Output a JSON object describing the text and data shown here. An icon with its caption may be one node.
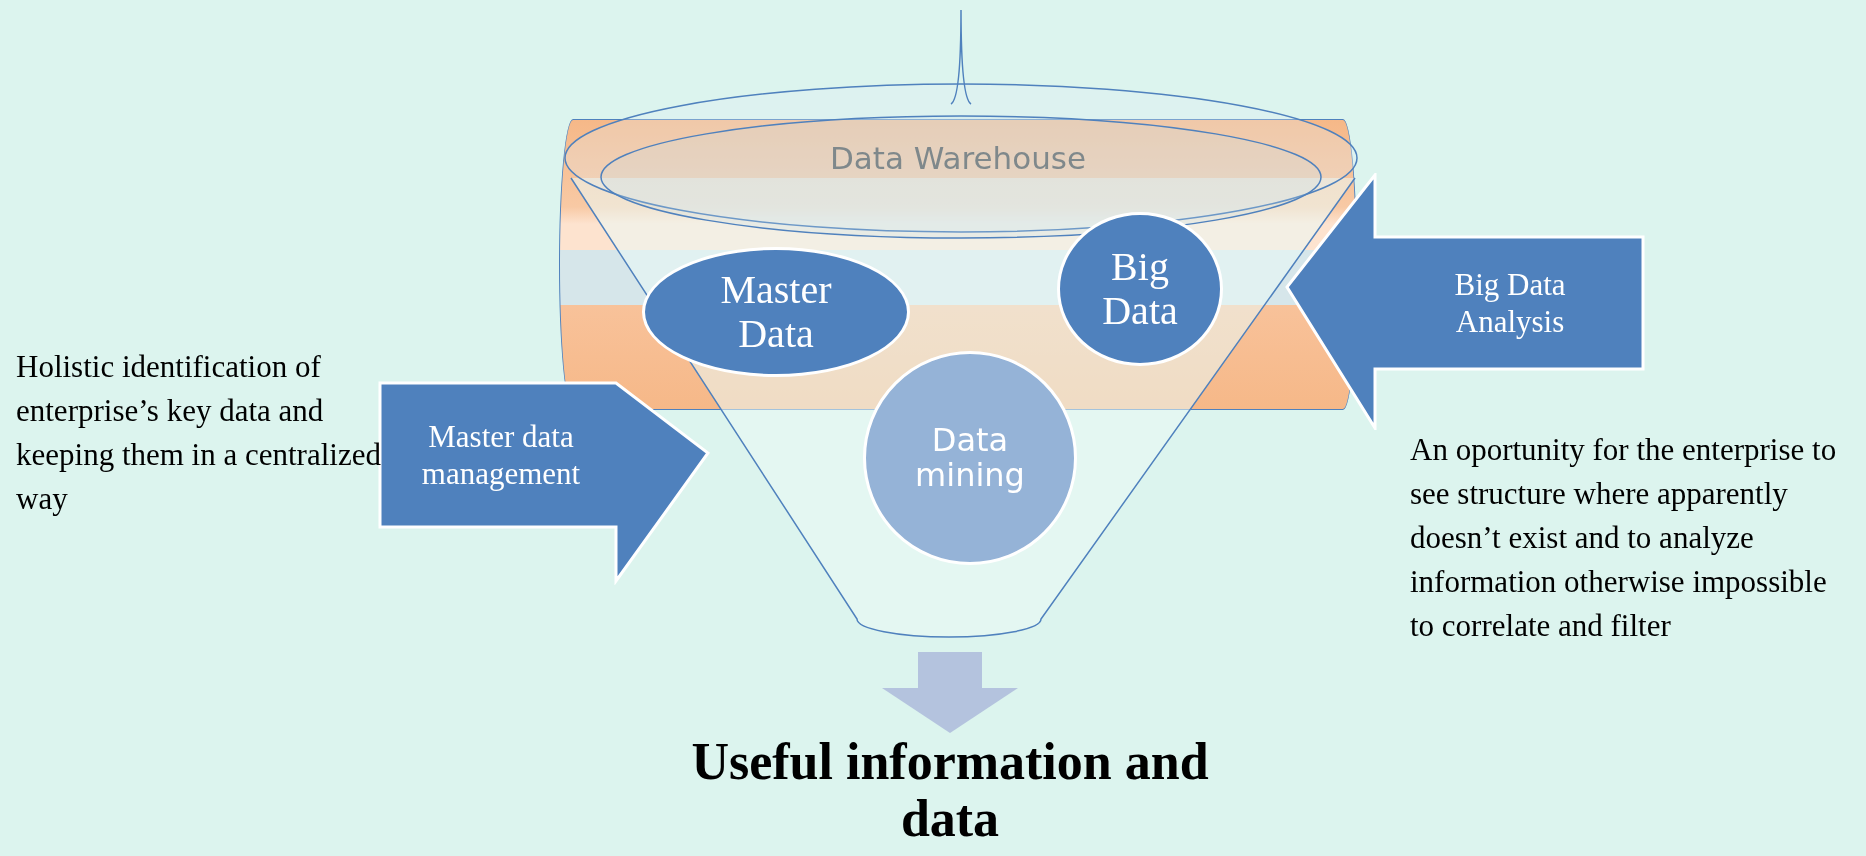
{
  "diagram": {
    "nodes": [
      {
        "text": [
          "Data Warehouse"
        ]
      },
      {
        "text": [],
        "shape": "funnel"
      },
      {
        "text": [
          "Master Data"
        ]
      },
      {
        "text": [
          "Big Data"
        ]
      },
      {
        "text": [
          "Data mining"
        ],
        "in": 1
      },
      {
        "text": [
          "Master data management"
        ],
        "beside": [
          "Holistic identification of enterprise’s key data and keeping them in a centralized way"
        ]
      },
      {
        "text": [
          "Big Data Analysis"
        ],
        "beside": [
          "An oportunity for the enterprise to see structure where apparently doesn’t exist and to analyze information otherwise impossible to correlate and filter"
        ]
      },
      {
        "text": [
          "Useful information and data"
        ]
      }
    ],
    "edges": [
      {
        "from": 1,
        "to": 7,
        "arrow": "to"
      }
    ]
  }
}
